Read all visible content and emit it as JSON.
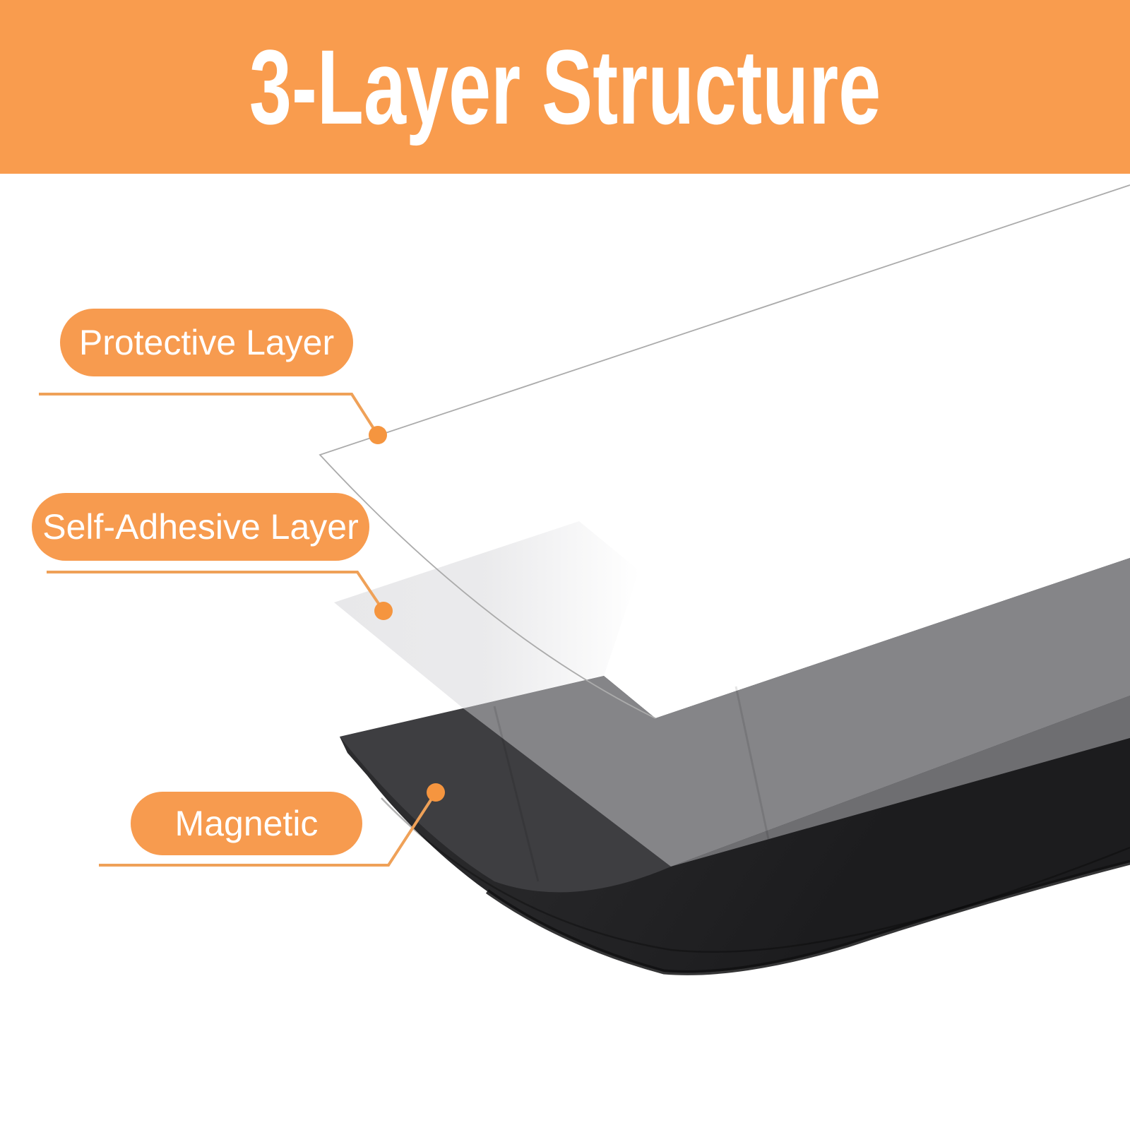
{
  "header": {
    "title": "3-Layer Structure"
  },
  "callouts": [
    {
      "label": "Protective Layer"
    },
    {
      "label": "Self-Adhesive Layer"
    },
    {
      "label": "Magnetic"
    }
  ],
  "illustration": {
    "layer_names": [
      "Protective Layer",
      "Self-Adhesive Layer",
      "Magnetic"
    ]
  },
  "colors": {
    "accent": "#F99C4E",
    "pill": "#F79B4F",
    "dot": "#F5953F",
    "leader_line": "#EFA158",
    "header_text": "#FFFFFF",
    "sheet_outline": "#ABABAB",
    "film": "#E7E7E9",
    "magnet_top": "#3E3E41",
    "magnet_overlay_light": "#858588",
    "magnet_overlay_mid": "#6E6E71",
    "magnet_side": "#232325",
    "background": "#FFFFFF"
  }
}
